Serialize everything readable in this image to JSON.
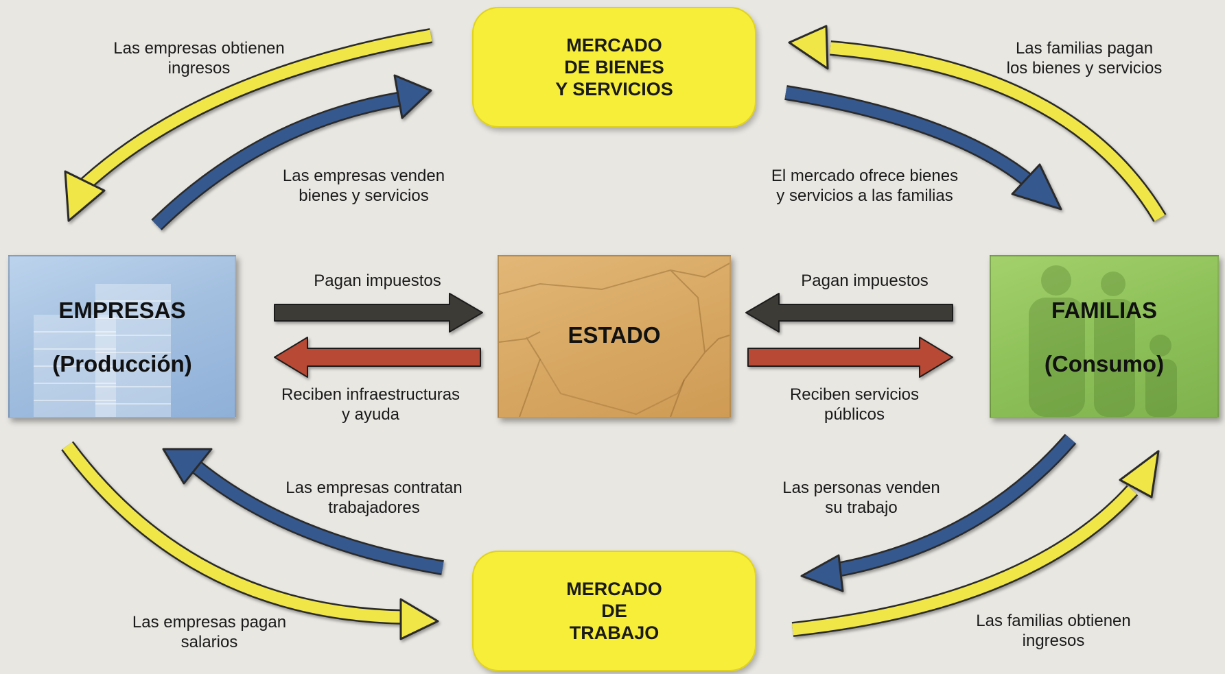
{
  "colors": {
    "market_yellow": "#f7ee3a",
    "yellow_arrow": "#f0e646",
    "blue_arrow": "#35598f",
    "dark_arrow": "#3d3a34",
    "red_arrow": "#b84a34",
    "empresas_box": "#a9c3e0",
    "estado_box": "#d9a964",
    "familias_box": "#8ec159"
  },
  "nodes": {
    "market_goods": "MERCADO\nDE BIENES\nY SERVICIOS",
    "market_labor": "MERCADO\nDE\nTRABAJO",
    "empresas": {
      "title": "EMPRESAS",
      "subtitle": "(Producción)"
    },
    "estado": {
      "title": "ESTADO"
    },
    "familias": {
      "title": "FAMILIAS",
      "subtitle": "(Consumo)"
    }
  },
  "labels": {
    "empresas_obtienen": "Las empresas obtienen\ningresos",
    "empresas_venden": "Las empresas venden\nbienes y servicios",
    "familias_pagan_bienes": "Las familias pagan\nlos bienes y servicios",
    "mercado_ofrece": "El mercado ofrece bienes\ny servicios a las familias",
    "pagan_impuestos_left": "Pagan impuestos",
    "reciben_infraestructuras": "Reciben infraestructuras\ny ayuda",
    "pagan_impuestos_right": "Pagan impuestos",
    "reciben_servicios": "Reciben servicios\npúblicos",
    "empresas_contratan": "Las empresas contratan\ntrabajadores",
    "personas_venden": "Las personas venden\nsu trabajo",
    "empresas_pagan_salarios": "Las empresas pagan\nsalarios",
    "familias_obtienen": "Las familias obtienen\ningresos"
  }
}
